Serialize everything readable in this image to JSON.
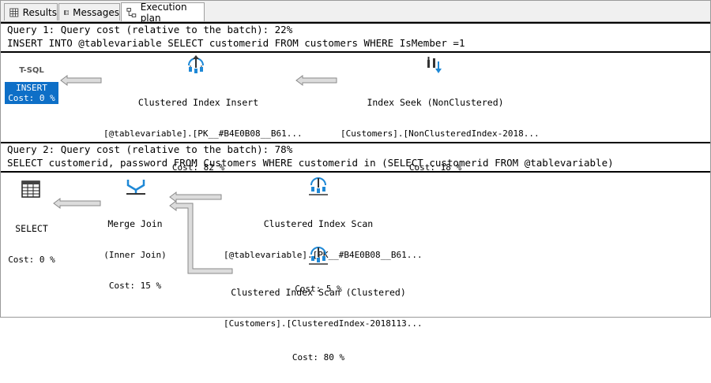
{
  "tabs": [
    {
      "label": "Results",
      "icon": "grid-icon",
      "active": false
    },
    {
      "label": "Messages",
      "icon": "messages-icon",
      "active": false
    },
    {
      "label": "Execution plan",
      "icon": "plan-icon",
      "active": true
    }
  ],
  "query1": {
    "header": "Query 1: Query cost (relative to the batch): 22%",
    "sql": "INSERT INTO @tablevariable SELECT customerid FROM customers WHERE IsMember =1",
    "ops": {
      "tsql_label": "T-SQL",
      "insert_label": "INSERT",
      "insert_cost": "Cost: 0 %",
      "cii_title": "Clustered Index Insert",
      "cii_object": "[@tablevariable].[PK__#B4E0B08__B61...",
      "cii_cost": "Cost: 82 %",
      "seek_title": "Index Seek (NonClustered)",
      "seek_object": "[Customers].[NonClusteredIndex-2018...",
      "seek_cost": "Cost: 18 %"
    }
  },
  "query2": {
    "header": "Query 2: Query cost (relative to the batch): 78%",
    "sql": "SELECT customerid, password FROM Customers WHERE customerid in (SELECT customerid FROM @tablevariable)",
    "ops": {
      "select_label": "SELECT",
      "select_cost": "Cost: 0 %",
      "merge_title": "Merge Join",
      "merge_sub": "(Inner Join)",
      "merge_cost": "Cost: 15 %",
      "cis1_title": "Clustered Index Scan",
      "cis1_object": "[@tablevariable].[PK__#B4E0B08__B61...",
      "cis1_cost": "Cost: 5 %",
      "cis2_title": "Clustered Index Scan (Clustered)",
      "cis2_object": "[Customers].[ClusteredIndex-2018113...",
      "cis2_cost": "Cost: 80 %"
    }
  },
  "colors": {
    "selection": "#0e6fc7",
    "icon_blue": "#1e88d6",
    "arrow_fill": "#dcdcdc",
    "arrow_stroke": "#8a8a8a"
  }
}
